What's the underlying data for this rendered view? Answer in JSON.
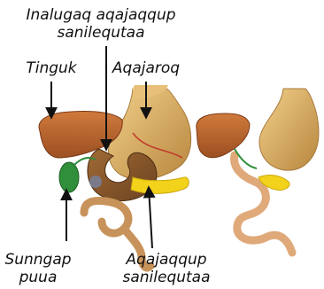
{
  "labels": {
    "top_line1": "Inalugaq aqajaqqup",
    "top_line2": "sanilequtaa",
    "liver": "Tinguk",
    "stomach": "Aqajaroq",
    "gallbladder_line1": "Sunngap",
    "gallbladder_line2": "puua",
    "pancreas_line1": "Aqajaqqup",
    "pancreas_line2": "sanilequtaa"
  },
  "colors": {
    "liver": "#b8652e",
    "stomach": "#d9a95a",
    "intestine": "#c8935a",
    "gallbladder": "#2f8f3a",
    "pancreas": "#f2d21a",
    "arrow": "#111111"
  }
}
